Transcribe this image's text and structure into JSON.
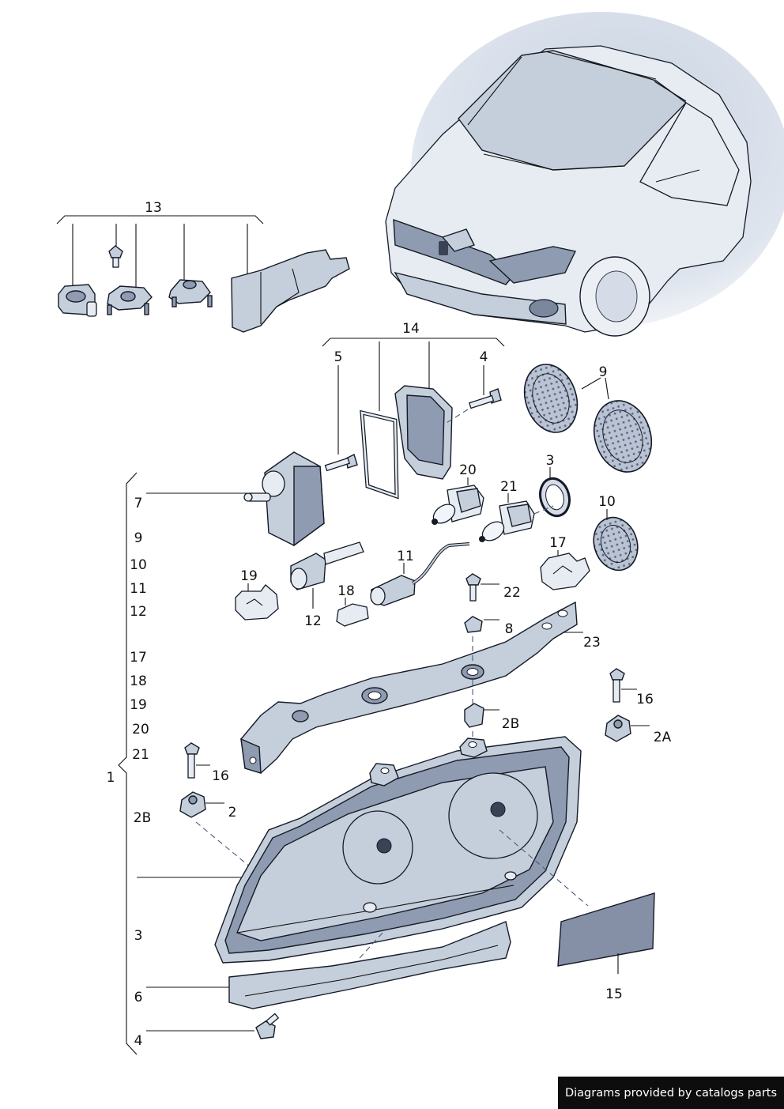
{
  "labels": [
    {
      "id": "13",
      "text": "13"
    },
    {
      "id": "14",
      "text": "14"
    },
    {
      "id": "5",
      "text": "5"
    },
    {
      "id": "4a",
      "text": "4"
    },
    {
      "id": "9a",
      "text": "9"
    },
    {
      "id": "7",
      "text": "7"
    },
    {
      "id": "9b",
      "text": "9"
    },
    {
      "id": "10a",
      "text": "10"
    },
    {
      "id": "11a",
      "text": "11"
    },
    {
      "id": "12a",
      "text": "12"
    },
    {
      "id": "17a",
      "text": "17"
    },
    {
      "id": "18a",
      "text": "18"
    },
    {
      "id": "19a",
      "text": "19"
    },
    {
      "id": "20a",
      "text": "20"
    },
    {
      "id": "21a",
      "text": "21"
    },
    {
      "id": "1",
      "text": "1"
    },
    {
      "id": "2Ba",
      "text": "2B"
    },
    {
      "id": "3a",
      "text": "3"
    },
    {
      "id": "6",
      "text": "6"
    },
    {
      "id": "4b",
      "text": "4"
    },
    {
      "id": "20b",
      "text": "20"
    },
    {
      "id": "3b",
      "text": "3"
    },
    {
      "id": "21b",
      "text": "21"
    },
    {
      "id": "10b",
      "text": "10"
    },
    {
      "id": "17b",
      "text": "17"
    },
    {
      "id": "11b",
      "text": "11"
    },
    {
      "id": "19b",
      "text": "19"
    },
    {
      "id": "18b",
      "text": "18"
    },
    {
      "id": "12b",
      "text": "12"
    },
    {
      "id": "22",
      "text": "22"
    },
    {
      "id": "8",
      "text": "8"
    },
    {
      "id": "23",
      "text": "23"
    },
    {
      "id": "16a",
      "text": "16"
    },
    {
      "id": "2Bb",
      "text": "2B"
    },
    {
      "id": "2A",
      "text": "2A"
    },
    {
      "id": "16b",
      "text": "16"
    },
    {
      "id": "2",
      "text": "2"
    },
    {
      "id": "15",
      "text": "15"
    }
  ],
  "footer": {
    "text": "Diagrams provided by catalogs parts"
  }
}
